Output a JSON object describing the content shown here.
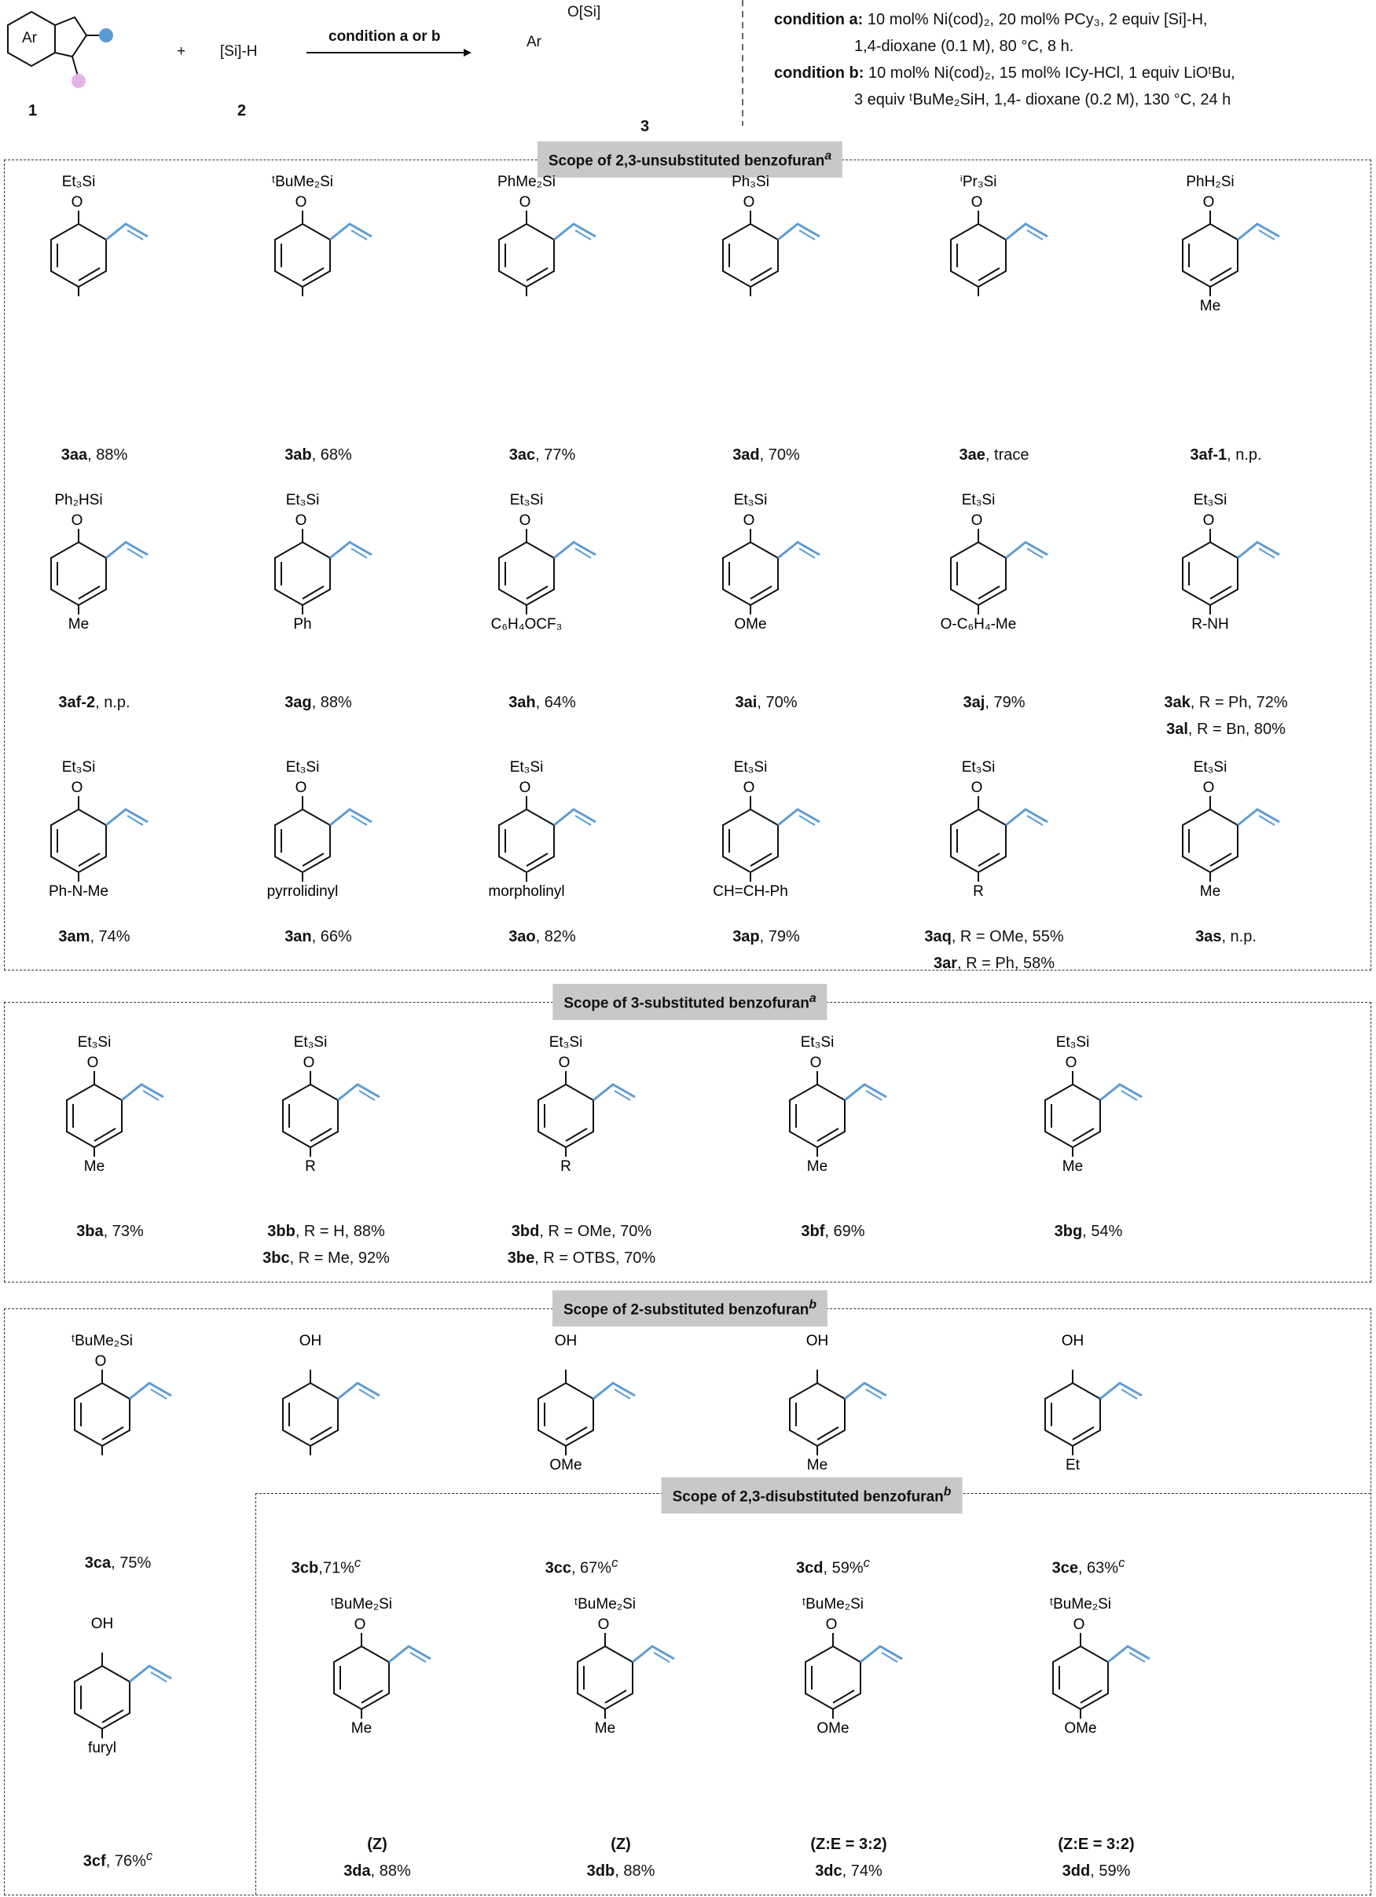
{
  "header": {
    "reactant1_label": "1",
    "reactant2_label": "2",
    "product_label": "3",
    "ar": "Ar",
    "si_h": "[Si]-H",
    "plus": "+",
    "osi": "O[Si]",
    "arrow_label": "condition a or b",
    "cond_a_label": "condition a:",
    "cond_a_line1": "10 mol% Ni(cod)₂, 20 mol% PCy₃, 2 equiv [Si]-H,",
    "cond_a_line2": "1,4-dioxane (0.1 M), 80 °C, 8 h.",
    "cond_b_label": "condition b:",
    "cond_b_line1": "10 mol% Ni(cod)₂, 15 mol% ICy-HCl, 1 equiv LiOᵗBu,",
    "cond_b_line2": "3 equiv ᵗBuMe₂SiH, 1,4- dioxane (0.2 M), 130 °C, 24 h"
  },
  "colors": {
    "blue": "#5b9bd5",
    "pink": "#e6b3e6",
    "title_bg": "#c8c8c8"
  },
  "sections": [
    {
      "title": "Scope of 2,3-unsubstituted benzofuran",
      "sup": "a"
    },
    {
      "title": "Scope of 3-substituted benzofuran",
      "sup": "a"
    },
    {
      "title": "Scope of 2-substituted benzofuran",
      "sup": "b"
    },
    {
      "title": "Scope of 2,3-disubstituted benzofuran",
      "sup": "b"
    }
  ],
  "compounds": [
    {
      "id": "3aa",
      "rest": ", 88%",
      "si": "Et₃Si",
      "sub": ""
    },
    {
      "id": "3ab",
      "rest": ", 68%",
      "si": "ᵗBuMe₂Si",
      "sub": ""
    },
    {
      "id": "3ac",
      "rest": ", 77%",
      "si": "PhMe₂Si",
      "sub": ""
    },
    {
      "id": "3ad",
      "rest": ", 70%",
      "si": "Ph₃Si",
      "sub": ""
    },
    {
      "id": "3ae",
      "rest": ", trace",
      "si": "ⁱPr₃Si",
      "sub": ""
    },
    {
      "id": "3af-1",
      "rest": ", n.p.",
      "si": "PhH₂Si",
      "sub": "Me"
    },
    {
      "id": "3af-2",
      "rest": ", n.p.",
      "si": "Ph₂HSi",
      "sub": "Me"
    },
    {
      "id": "3ag",
      "rest": ", 88%",
      "si": "Et₃Si",
      "sub": "Ph"
    },
    {
      "id": "3ah",
      "rest": ", 64%",
      "si": "Et₃Si",
      "sub": "C₆H₄OCF₃"
    },
    {
      "id": "3ai",
      "rest": ", 70%",
      "si": "Et₃Si",
      "sub": "OMe"
    },
    {
      "id": "3aj",
      "rest": ", 79%",
      "si": "Et₃Si",
      "sub": "O-C₆H₄-Me"
    },
    {
      "id": "3ak",
      "rest": ", R = Ph, 72%",
      "id2": "3al",
      "rest2": ", R = Bn, 80%",
      "si": "Et₃Si",
      "sub": "R-NH"
    },
    {
      "id": "3am",
      "rest": ", 74%",
      "si": "Et₃Si",
      "sub": "Ph-N-Me"
    },
    {
      "id": "3an",
      "rest": ", 66%",
      "si": "Et₃Si",
      "sub": "pyrrolidinyl"
    },
    {
      "id": "3ao",
      "rest": ", 82%",
      "si": "Et₃Si",
      "sub": "morpholinyl"
    },
    {
      "id": "3ap",
      "rest": ", 79%",
      "si": "Et₃Si",
      "sub": "CH=CH-Ph"
    },
    {
      "id": "3aq",
      "rest": ", R = OMe, 55%",
      "id2": "3ar",
      "rest2": ", R = Ph, 58%",
      "si": "Et₃Si",
      "sub": "R"
    },
    {
      "id": "3as",
      "rest": ", n.p.",
      "si": "Et₃Si",
      "sub": "Me"
    },
    {
      "id": "3ba",
      "rest": ", 73%",
      "si": "Et₃Si",
      "sub": "Me"
    },
    {
      "id": "3bb",
      "rest": ", R = H, 88%",
      "id2": "3bc",
      "rest2": ", R = Me, 92%",
      "si": "Et₃Si",
      "sub": "R"
    },
    {
      "id": "3bd",
      "rest": ", R = OMe, 70%",
      "id2": "3be",
      "rest2": ", R = OTBS, 70%",
      "si": "Et₃Si",
      "sub": "R"
    },
    {
      "id": "3bf",
      "rest": ", 69%",
      "si": "Et₃Si",
      "sub": "Me"
    },
    {
      "id": "3bg",
      "rest": ", 54%",
      "si": "Et₃Si",
      "sub": "Me"
    },
    {
      "id": "3ca",
      "rest": ", 75%",
      "si": "ᵗBuMe₂Si",
      "sub": ""
    },
    {
      "id": "3cb",
      "rest": ",71%",
      "sup": "c",
      "si": "OH",
      "sub": ""
    },
    {
      "id": "3cc",
      "rest": ", 67%",
      "sup": "c",
      "si": "OH",
      "sub": "OMe"
    },
    {
      "id": "3cd",
      "rest": ", 59%",
      "sup": "c",
      "si": "OH",
      "sub": "Me"
    },
    {
      "id": "3ce",
      "rest": ", 63%",
      "sup": "c",
      "si": "OH",
      "sub": "Et"
    },
    {
      "id": "3cf",
      "rest": ", 76%",
      "sup": "c",
      "si": "OH",
      "sub": "furyl"
    },
    {
      "id": "3da",
      "rest": ", 88%",
      "pre": "(Z)",
      "si": "ᵗBuMe₂Si",
      "sub": "Me"
    },
    {
      "id": "3db",
      "rest": ", 88%",
      "pre": "(Z)",
      "si": "ᵗBuMe₂Si",
      "sub": "Me"
    },
    {
      "id": "3dc",
      "rest": ", 74%",
      "pre": "(Z:E = 3:2)",
      "si": "ᵗBuMe₂Si",
      "sub": "OMe"
    },
    {
      "id": "3dd",
      "rest": ", 59%",
      "pre": "(Z:E = 3:2)",
      "si": "ᵗBuMe₂Si",
      "sub": "OMe"
    }
  ]
}
